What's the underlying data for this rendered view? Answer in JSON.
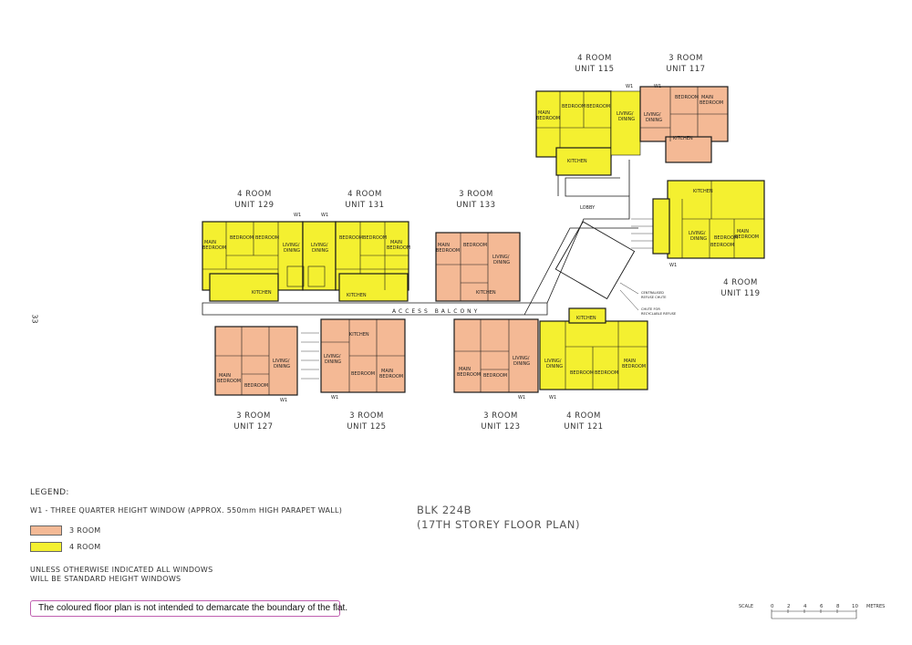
{
  "page_number": "33",
  "units": [
    {
      "type": "4 ROOM",
      "unit": "UNIT 115"
    },
    {
      "type": "3 ROOM",
      "unit": "UNIT 117"
    },
    {
      "type": "4 ROOM",
      "unit": "UNIT 119"
    },
    {
      "type": "4 ROOM",
      "unit": "UNIT 121"
    },
    {
      "type": "3 ROOM",
      "unit": "UNIT 123"
    },
    {
      "type": "3 ROOM",
      "unit": "UNIT 125"
    },
    {
      "type": "3 ROOM",
      "unit": "UNIT 127"
    },
    {
      "type": "4 ROOM",
      "unit": "UNIT 129"
    },
    {
      "type": "4 ROOM",
      "unit": "UNIT 131"
    },
    {
      "type": "3 ROOM",
      "unit": "UNIT 133"
    }
  ],
  "room_labels": {
    "main_bedroom_l1": "MAIN",
    "main_bedroom_l2": "BEDROOM",
    "bedroom": "BEDROOM",
    "living_l1": "LIVING/",
    "living_l2": "DINING",
    "kitchen": "KITCHEN",
    "lobby": "LOBBY",
    "access_balcony": "ACCESS BALCONY",
    "w1": "W1"
  },
  "annotations": {
    "refuse_l1": "CENTRALISED",
    "refuse_l2": "REFUSE CHUTE",
    "recycle_l1": "CHUTE FOR",
    "recycle_l2": "RECYCLABLE REFUSE"
  },
  "legend": {
    "title": "LEGEND:",
    "w1_note": "W1 - THREE QUARTER HEIGHT WINDOW (APPROX. 550mm HIGH PARAPET WALL)",
    "items": [
      {
        "label": "3 ROOM",
        "color": "#f4b995"
      },
      {
        "label": "4 ROOM",
        "color": "#f4f030"
      }
    ],
    "note_l1": "UNLESS OTHERWISE INDICATED ALL WINDOWS",
    "note_l2": "WILL BE STANDARD HEIGHT WINDOWS"
  },
  "disclaimer": "The coloured floor plan is not intended to demarcate the boundary of the flat.",
  "block_title": {
    "line1": "BLK 224B",
    "line2": "(17TH STOREY FLOOR PLAN)"
  },
  "scale": {
    "label": "SCALE",
    "ticks": [
      "0",
      "2",
      "4",
      "6",
      "8",
      "10"
    ],
    "unit": "METRES"
  },
  "colors": {
    "three_room": "#f4b995",
    "four_room": "#f4f030",
    "wall": "#1a1a1a",
    "frame": "#c060b0"
  }
}
